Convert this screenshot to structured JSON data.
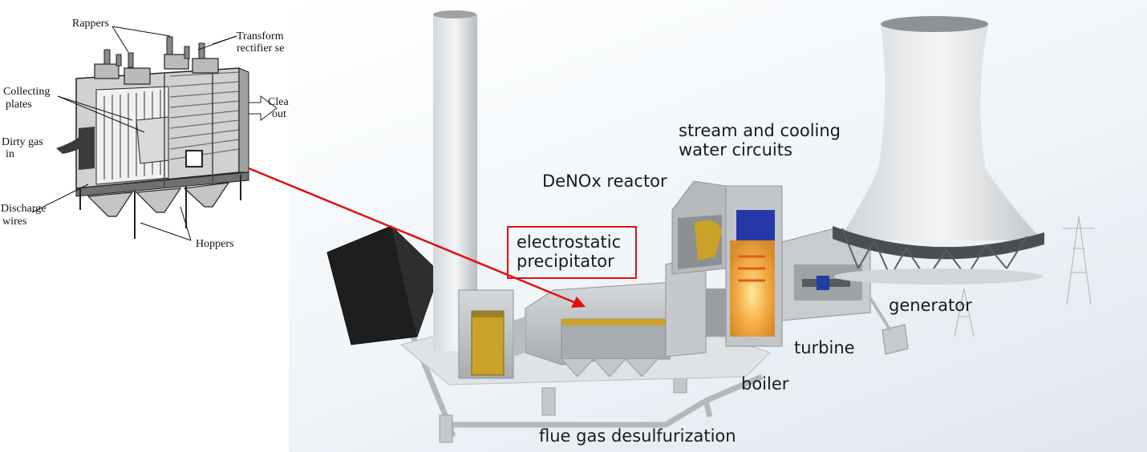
{
  "precipitator_diagram": {
    "rappers": "Rappers",
    "transformer": "Transform",
    "rectifier": "rectifier se",
    "collecting_plates_1": "Collecting",
    "collecting_plates_2": "plates",
    "dirty_gas_1": "Dirty gas",
    "dirty_gas_2": "in",
    "discharge_1": "Discharge",
    "discharge_2": "wires",
    "hoppers": "Hoppers",
    "clean_1": "Clea",
    "clean_2": "out"
  },
  "power_plant": {
    "electrostatic_1": "electrostatic",
    "electrostatic_2": "precipitator",
    "denox": "DeNOx reactor",
    "stream_1": "stream and cooling",
    "stream_2": "water circuits",
    "generator": "generator",
    "turbine": "turbine",
    "boiler": "boiler",
    "flue_gas": "flue gas desulfurization"
  },
  "colors": {
    "highlight": "#e01010",
    "gold": "#c9a227",
    "grey": "#b8bcbf"
  }
}
